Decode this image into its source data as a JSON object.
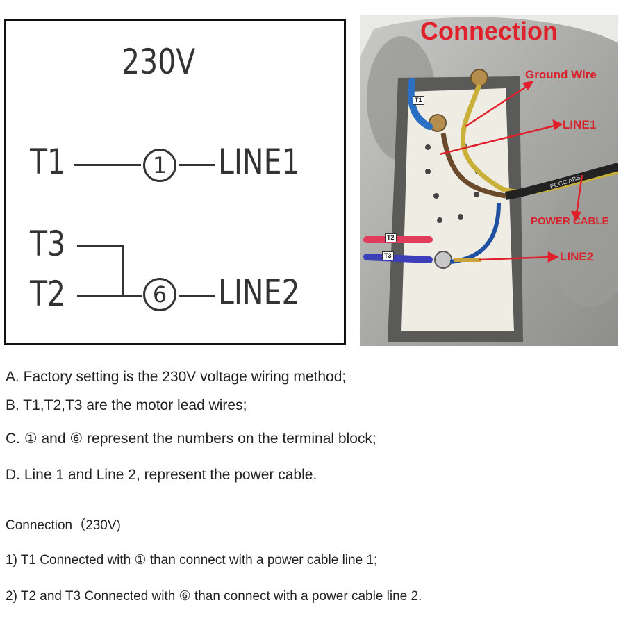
{
  "diagram": {
    "voltage": "230V",
    "t1": "T1",
    "t2": "T2",
    "t3": "T3",
    "terminal_1": "①",
    "terminal_6": "⑥",
    "line1": "LINE1",
    "line2": "LINE2"
  },
  "photo": {
    "title": "Connection",
    "ground_wire": "Ground Wire",
    "line1": "LINE1",
    "power_cable": "POWER CABLE",
    "line2": "LINE2",
    "tag_t1": "T1",
    "tag_t2": "T2",
    "tag_t3": "T3",
    "cable_print": "ECCC ABS",
    "colors": {
      "label_red": "#d6242c",
      "arrow_red": "#e0202a"
    }
  },
  "notes": [
    "A. Factory setting is the 230V voltage wiring method;",
    "B. T1,T2,T3 are the motor lead wires;",
    "C. ① and ⑥ represent the numbers on the terminal block;",
    "D. Line 1 and Line 2, represent the power cable."
  ],
  "connection": {
    "heading": "Connection（230V)",
    "steps": [
      "1) T1 Connected with ①  than connect with a power cable line 1;",
      "2) T2 and T3 Connected with ⑥ than connect with a power cable line 2."
    ]
  }
}
